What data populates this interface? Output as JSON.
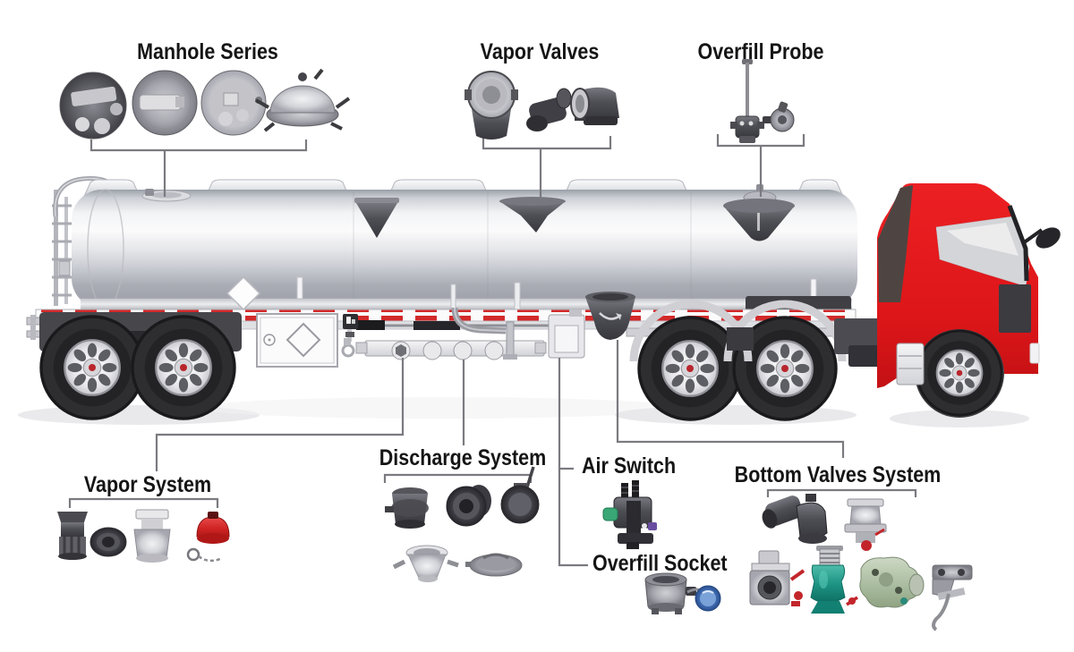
{
  "groups": [
    {
      "id": "manhole-series",
      "label": "Manhole Series",
      "parts_shown": 4,
      "position": "top-left",
      "connects_to": "manhole flange on tank top"
    },
    {
      "id": "vapor-valves",
      "label": "Vapor Valves",
      "parts_shown": 3,
      "position": "top-center",
      "connects_to": "vent funnel on tank top"
    },
    {
      "id": "overfill-probe",
      "label": "Overfill Probe",
      "parts_shown": 2,
      "position": "top-right",
      "connects_to": "overfill cone on tank top"
    },
    {
      "id": "vapor-system",
      "label": "Vapor System",
      "parts_shown": 4,
      "position": "bottom-left",
      "connects_to": "manifold port under tank"
    },
    {
      "id": "discharge-system",
      "label": "Discharge System",
      "parts_shown": 5,
      "position": "bottom-center-left",
      "connects_to": "manifold port under tank"
    },
    {
      "id": "air-switch",
      "label": "Air Switch",
      "parts_shown": 1,
      "position": "bottom-center",
      "connects_to": "switch housing under tank"
    },
    {
      "id": "overfill-socket",
      "label": "Overfill Socket",
      "parts_shown": 1,
      "position": "bottom-center",
      "connects_to": "switch housing under tank"
    },
    {
      "id": "bottom-valves-system",
      "label": "Bottom Valves System",
      "parts_shown": 6,
      "position": "bottom-right",
      "connects_to": "bottom valve funnel under tank"
    }
  ],
  "vehicle": {
    "type": "fuel-tank-semi-trailer-truck",
    "cab_color": "#dd1619",
    "tank_color": "#e6e7ea",
    "stripe_color": "#d22a2a",
    "connector_line_color": "#7a7a80"
  }
}
